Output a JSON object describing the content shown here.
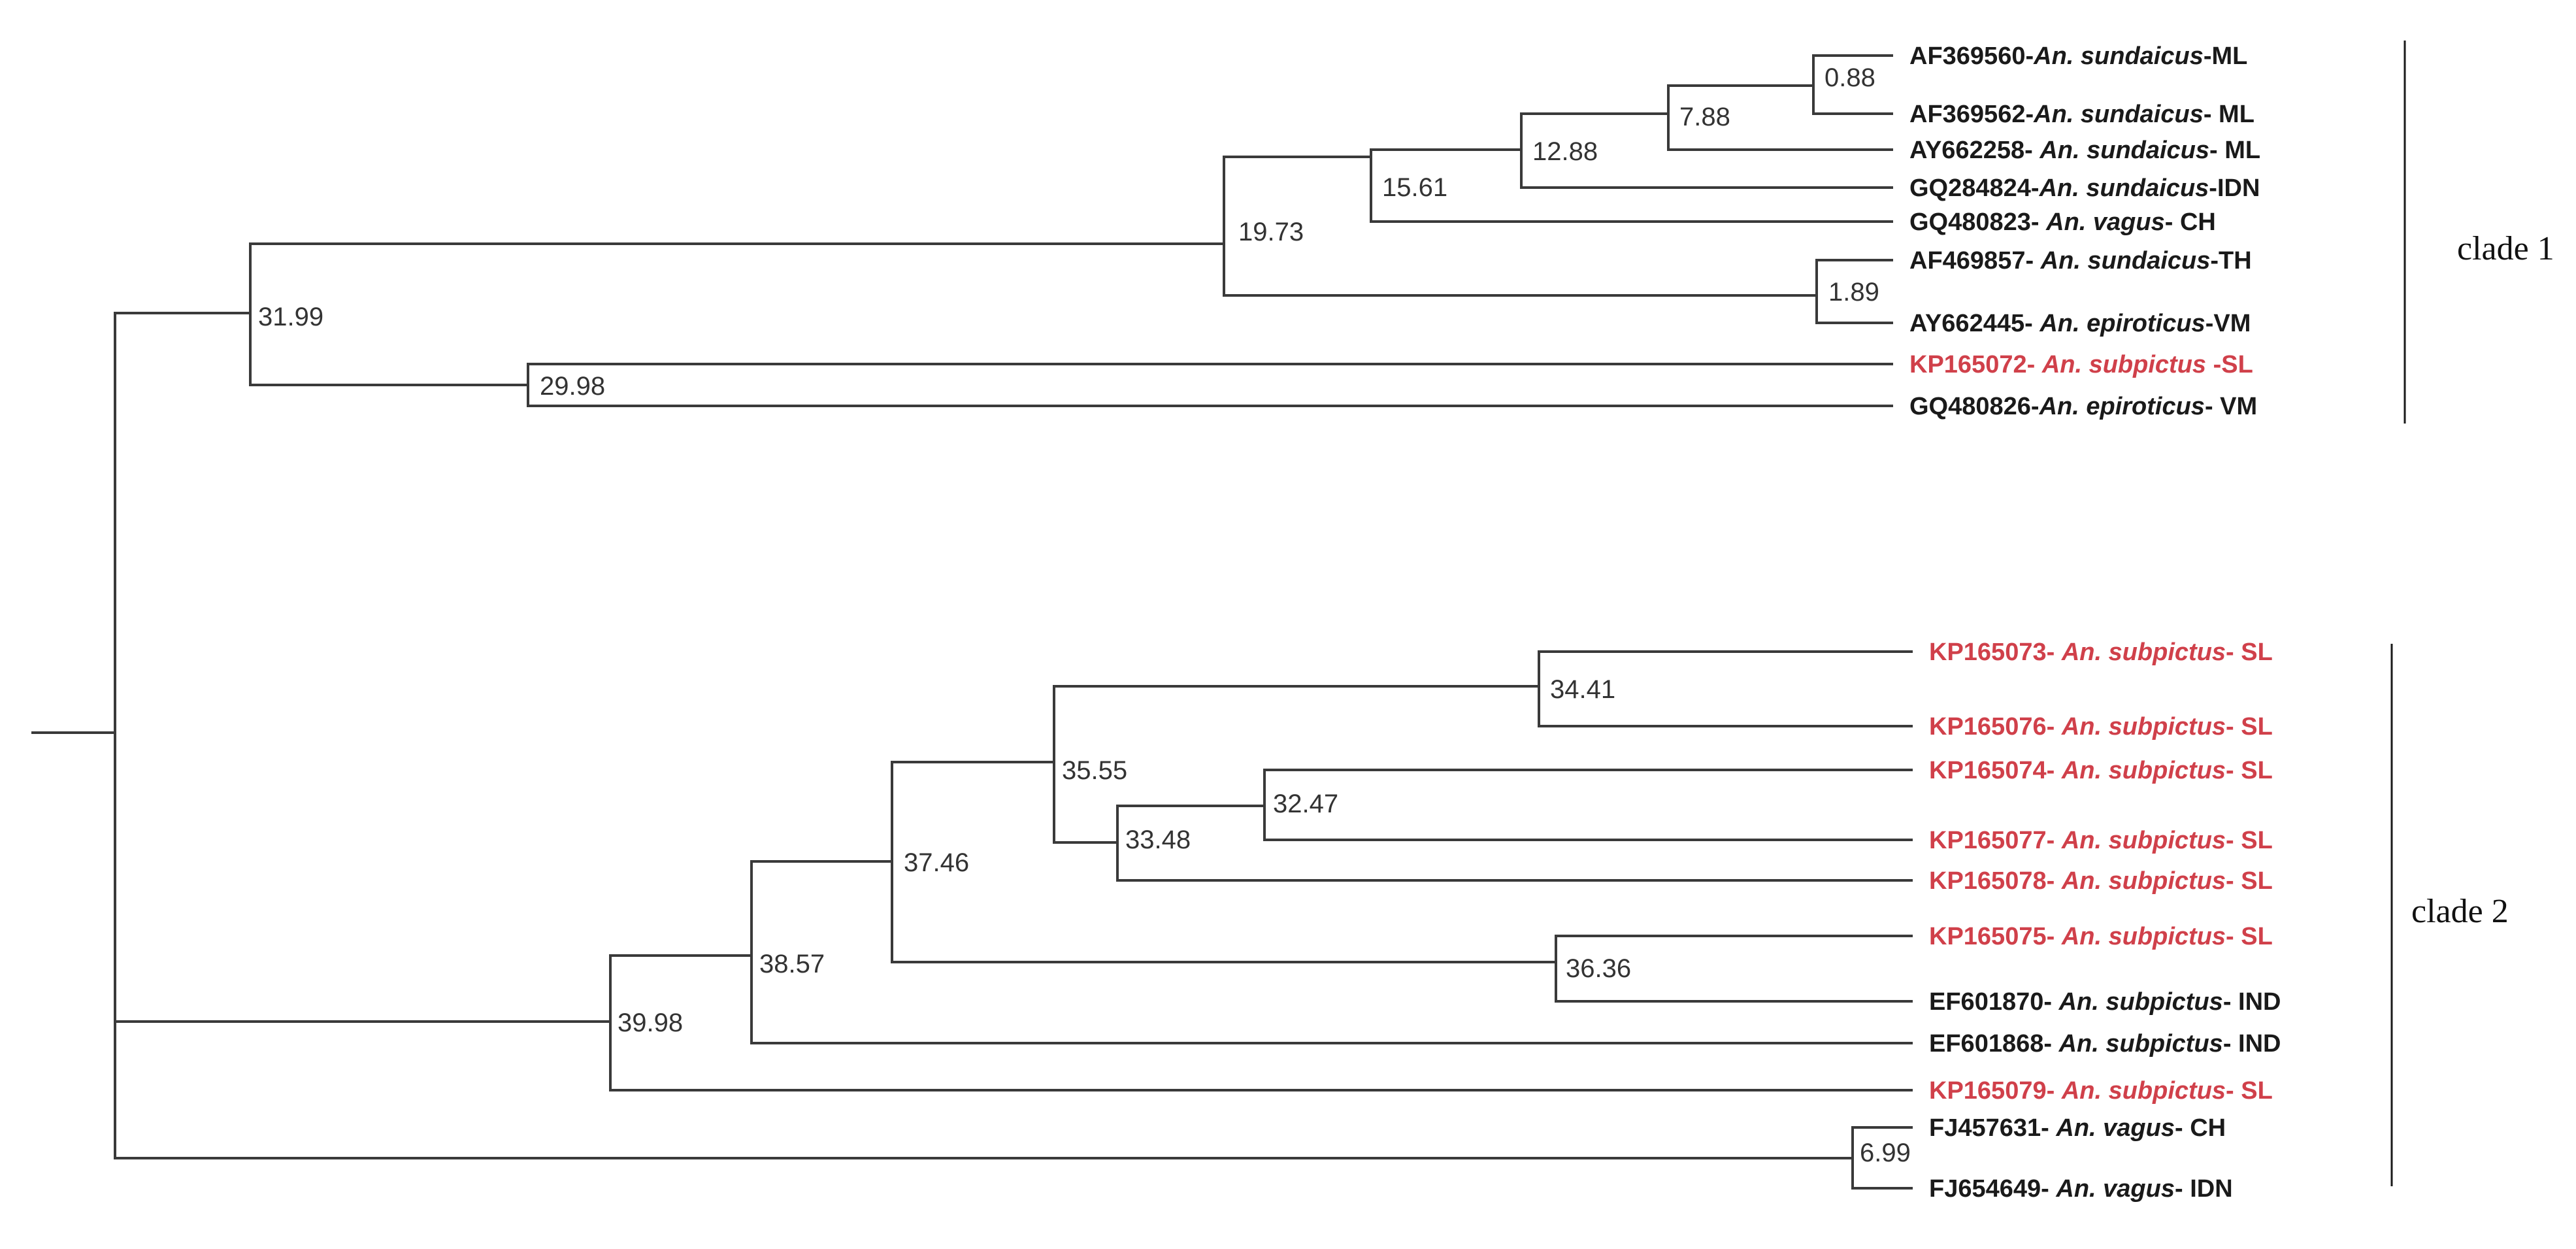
{
  "colors": {
    "branch": "#3a3a3a",
    "highlight": "#d0404a",
    "default_label": "#1a1a1a"
  },
  "nodes": {
    "n3198": "31.99",
    "n2998": "29.98",
    "n1973": "19.73",
    "n1561": "15.61",
    "n1288": "12.88",
    "n788": "7.88",
    "n088": "0.88",
    "n189": "1.89",
    "n3998": "39.98",
    "n3857": "38.57",
    "n3746": "37.46",
    "n3555": "35.55",
    "n3441": "34.41",
    "n3348": "33.48",
    "n3247": "32.47",
    "n3636": "36.36",
    "n699": "6.99"
  },
  "leaves": [
    {
      "id": "AF369560-",
      "species": "An. sundaicus",
      "suffix": "-ML",
      "highlight": false
    },
    {
      "id": "AF369562-",
      "species": "An. sundaicus",
      "suffix": "- ML",
      "highlight": false
    },
    {
      "id": "AY662258- ",
      "species": "An. sundaicus",
      "suffix": "- ML",
      "highlight": false
    },
    {
      "id": "GQ284824-",
      "species": "An. sundaicus",
      "suffix": "-IDN",
      "highlight": false
    },
    {
      "id": "GQ480823- ",
      "species": "An. vagus",
      "suffix": "- CH",
      "highlight": false
    },
    {
      "id": "AF469857- ",
      "species": "An. sundaicus",
      "suffix": "-TH",
      "highlight": false
    },
    {
      "id": "AY662445- ",
      "species": "An. epiroticus",
      "suffix": "-VM",
      "highlight": false
    },
    {
      "id": "KP165072- ",
      "species": "An. subpictus",
      "suffix": " -SL",
      "highlight": true
    },
    {
      "id": "GQ480826-",
      "species": "An. epiroticus",
      "suffix": "- VM",
      "highlight": false
    },
    {
      "id": "KP165073- ",
      "species": "An. subpictus",
      "suffix": "- SL",
      "highlight": true
    },
    {
      "id": "KP165076- ",
      "species": "An. subpictus",
      "suffix": "- SL",
      "highlight": true
    },
    {
      "id": "KP165074- ",
      "species": "An. subpictus",
      "suffix": "- SL",
      "highlight": true
    },
    {
      "id": "KP165077- ",
      "species": "An. subpictus",
      "suffix": "- SL",
      "highlight": true
    },
    {
      "id": "KP165078- ",
      "species": "An. subpictus",
      "suffix": "- SL",
      "highlight": true
    },
    {
      "id": "KP165075- ",
      "species": "An. subpictus",
      "suffix": "- SL",
      "highlight": true
    },
    {
      "id": "EF601870- ",
      "species": "An. subpictus",
      "suffix": "- IND",
      "highlight": false
    },
    {
      "id": "EF601868- ",
      "species": "An. subpictus",
      "suffix": "- IND",
      "highlight": false
    },
    {
      "id": "KP165079- ",
      "species": "An. subpictus",
      "suffix": "- SL",
      "highlight": true
    },
    {
      "id": "FJ457631- ",
      "species": "An. vagus",
      "suffix": "- CH",
      "highlight": false
    },
    {
      "id": "FJ654649- ",
      "species": "An. vagus",
      "suffix": "- IDN",
      "highlight": false
    }
  ],
  "clades": {
    "clade1": "clade 1",
    "clade2": "clade 2"
  }
}
